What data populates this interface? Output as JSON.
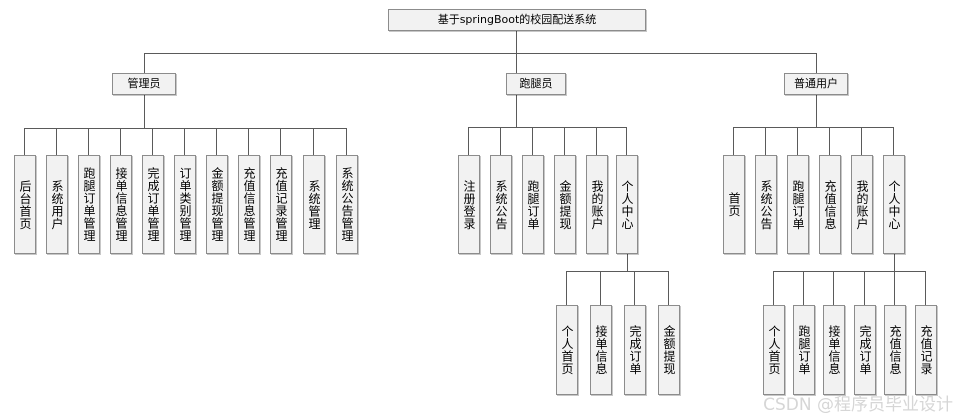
{
  "diagram": {
    "type": "tree",
    "title": "基于springBoot的校园配送系统",
    "watermark": "CSDN @程序员毕业设计",
    "colors": {
      "box_fill": "#f2f2f2",
      "box_border": "#8c8c8c",
      "line": "#5a5a5a",
      "text": "#000000",
      "background": "#ffffff",
      "watermark": "#d6d6d6"
    }
  },
  "root": {
    "label": "基于springBoot的校园配送系统"
  },
  "branches": [
    {
      "label": "管理员",
      "children": [
        {
          "label": "后台首页"
        },
        {
          "label": "系统用户"
        },
        {
          "label": "跑腿订单管理"
        },
        {
          "label": "接单信息管理"
        },
        {
          "label": "完成订单管理"
        },
        {
          "label": "订单类别管理"
        },
        {
          "label": "金额提现管理"
        },
        {
          "label": "充值信息管理"
        },
        {
          "label": "充值记录管理"
        },
        {
          "label": "系统管理"
        },
        {
          "label": "系统公告管理"
        }
      ]
    },
    {
      "label": "跑腿员",
      "children": [
        {
          "label": "注册登录"
        },
        {
          "label": "系统公告"
        },
        {
          "label": "跑腿订单"
        },
        {
          "label": "金额提现"
        },
        {
          "label": "我的账户"
        },
        {
          "label": "个人中心",
          "children": [
            {
              "label": "个人首页"
            },
            {
              "label": "接单信息"
            },
            {
              "label": "完成订单"
            },
            {
              "label": "金额提现"
            }
          ]
        }
      ]
    },
    {
      "label": "普通用户",
      "children": [
        {
          "label": "首页"
        },
        {
          "label": "系统公告"
        },
        {
          "label": "跑腿订单"
        },
        {
          "label": "充值信息"
        },
        {
          "label": "我的账户"
        },
        {
          "label": "个人中心",
          "children": [
            {
              "label": "个人首页"
            },
            {
              "label": "跑腿订单"
            },
            {
              "label": "接单信息"
            },
            {
              "label": "完成订单"
            },
            {
              "label": "充值信息"
            },
            {
              "label": "充值记录"
            }
          ]
        }
      ]
    }
  ]
}
